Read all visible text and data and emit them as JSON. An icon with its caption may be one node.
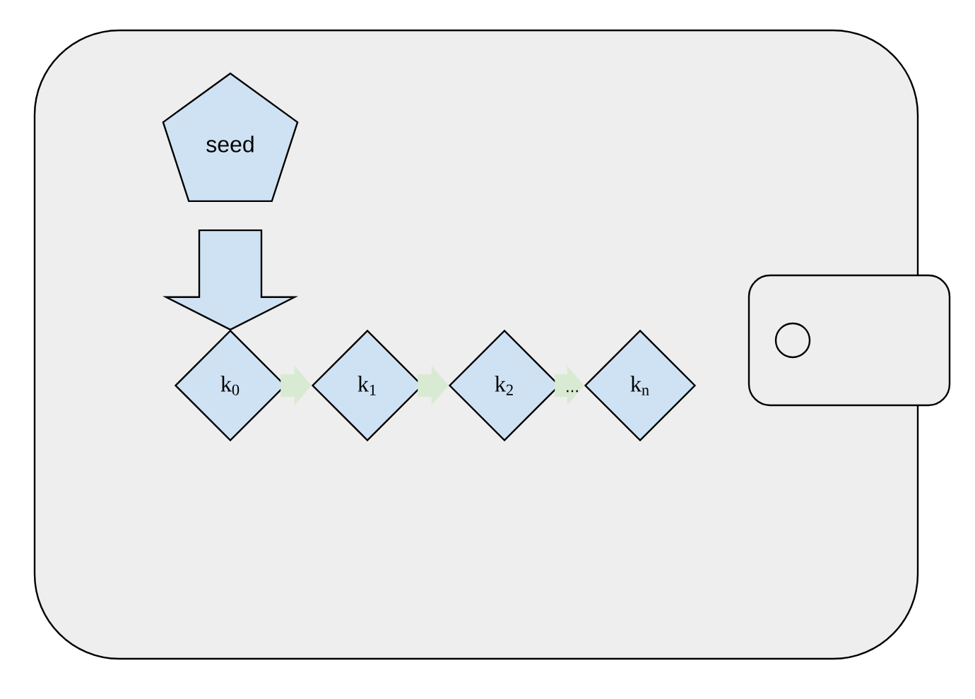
{
  "diagram": {
    "nodes": [
      {
        "text": [],
        "shape": "box"
      },
      {
        "text": [
          "seed"
        ],
        "in": 0
      },
      {
        "text": [
          "k$_{0}$"
        ],
        "in": 0
      },
      {
        "text": [
          "k$_{1}$"
        ],
        "in": 0
      },
      {
        "text": [
          "k$_{2}$"
        ],
        "in": 0
      },
      {
        "text": [
          "k$_{n}$"
        ],
        "in": 0
      }
    ],
    "edges": [
      {
        "from": 1,
        "to": 2,
        "arrow": "to",
        "color": "#cfe2f3"
      },
      {
        "from": 2,
        "to": 3,
        "arrow": "to"
      },
      {
        "from": 3,
        "to": 4,
        "arrow": "to"
      },
      {
        "from": 4,
        "to": 5,
        "arrow": "to",
        "label": "..."
      }
    ]
  }
}
